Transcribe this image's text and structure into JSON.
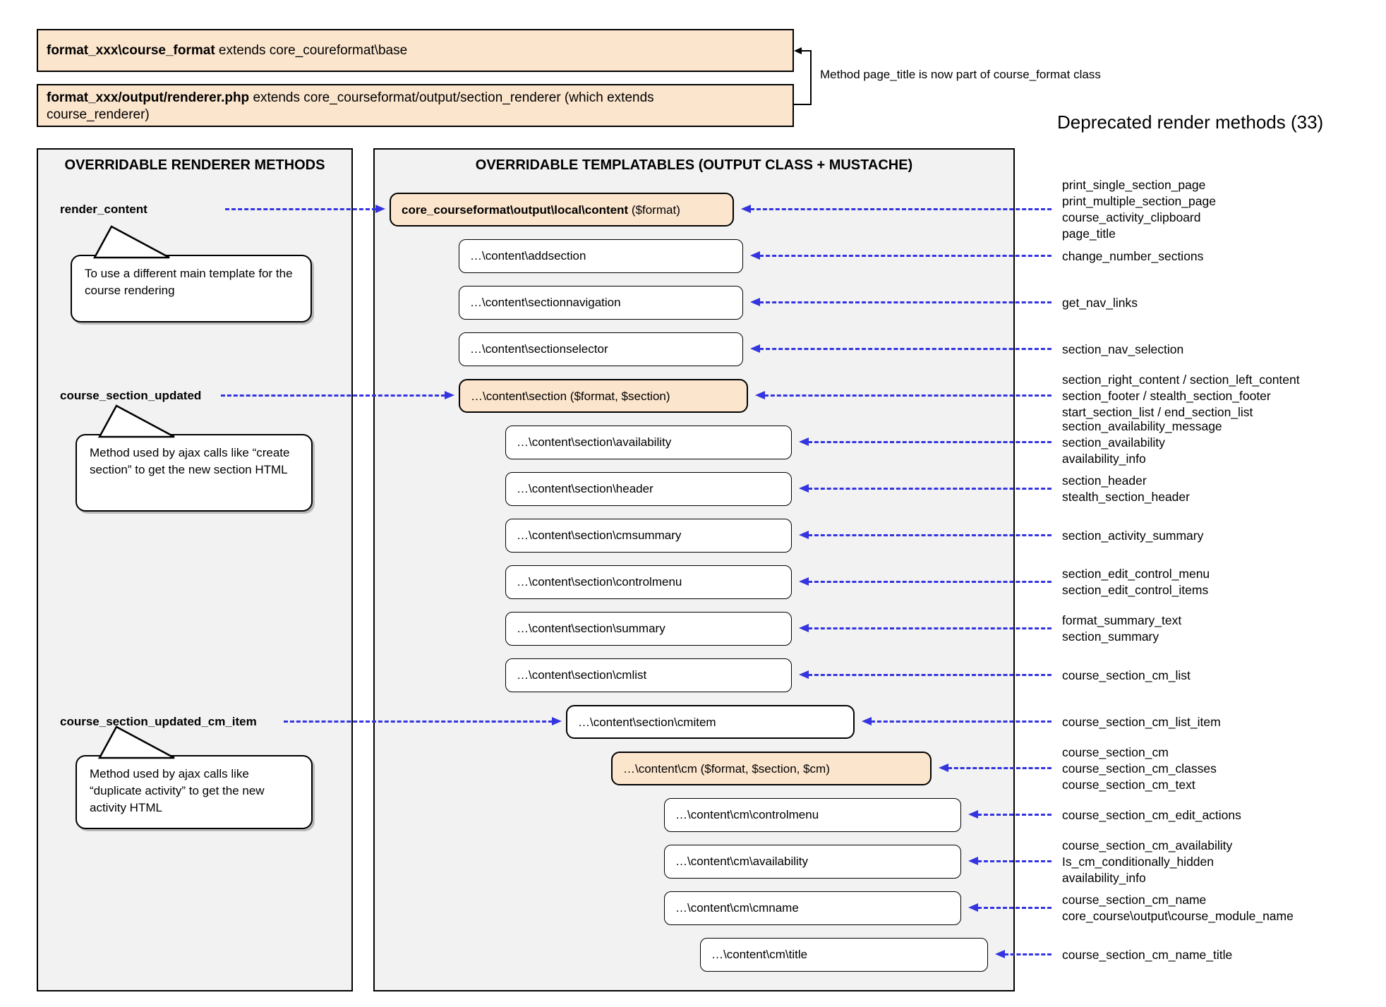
{
  "colors": {
    "accent_orange": "#fce5cd",
    "arrow_blue": "#3434e0",
    "panel_gray": "#f2f2f2"
  },
  "top": {
    "box1_bold": "format_xxx\\course_format",
    "box1_rest": " extends core_coureformat\\base",
    "box2_bold": "format_xxx/output/renderer.php",
    "box2_rest": " extends core_courseformat/output/section_renderer (which extends",
    "box2_line2": "course_renderer)",
    "note": "Method page_title is now part of course_format class",
    "deprecated_title": "Deprecated render methods (33)"
  },
  "left_panel": {
    "title": "OVERRIDABLE RENDERER METHODS",
    "methods": [
      {
        "label": "render_content",
        "bubble": "To use a different main template for the course rendering"
      },
      {
        "label": "course_section_updated",
        "bubble": "Method used by ajax calls like “create section” to get the new section HTML"
      },
      {
        "label": "course_section_updated_cm_item",
        "bubble": "Method used by ajax calls like “duplicate activity” to get the new activity HTML"
      }
    ]
  },
  "middle_panel": {
    "title": "OVERRIDABLE TEMPLATABLES (OUTPUT CLASS + MUSTACHE)",
    "rows": [
      {
        "bold": "core_courseformat\\output\\local\\content",
        "rest": " ($format)"
      },
      {
        "rest": "…\\content\\addsection"
      },
      {
        "rest": "…\\content\\sectionnavigation"
      },
      {
        "rest": "…\\content\\sectionselector"
      },
      {
        "rest": "…\\content\\section ($format, $section)"
      },
      {
        "rest": "…\\content\\section\\availability"
      },
      {
        "rest": "…\\content\\section\\header"
      },
      {
        "rest": "…\\content\\section\\cmsummary"
      },
      {
        "rest": "…\\content\\section\\controlmenu"
      },
      {
        "rest": "…\\content\\section\\summary"
      },
      {
        "rest": "…\\content\\section\\cmlist"
      },
      {
        "rest": "…\\content\\section\\cmitem"
      },
      {
        "rest": "…\\content\\cm ($format, $section, $cm)"
      },
      {
        "rest": "…\\content\\cm\\controlmenu"
      },
      {
        "rest": "…\\content\\cm\\availability"
      },
      {
        "rest": "…\\content\\cm\\cmname"
      },
      {
        "rest": "…\\content\\cm\\title"
      }
    ]
  },
  "right_list": {
    "groups": [
      [
        "print_single_section_page",
        "print_multiple_section_page",
        "course_activity_clipboard",
        "page_title"
      ],
      [
        "change_number_sections"
      ],
      [
        "get_nav_links"
      ],
      [
        "section_nav_selection"
      ],
      [
        "section_right_content / section_left_content",
        "section_footer / stealth_section_footer",
        "start_section_list / end_section_list"
      ],
      [
        "section_availability_message",
        "section_availability",
        "availability_info"
      ],
      [
        "section_header",
        "stealth_section_header"
      ],
      [
        "section_activity_summary"
      ],
      [
        "section_edit_control_menu",
        "section_edit_control_items"
      ],
      [
        "format_summary_text",
        "section_summary"
      ],
      [
        "course_section_cm_list"
      ],
      [
        "course_section_cm_list_item"
      ],
      [
        "course_section_cm",
        "course_section_cm_classes",
        "course_section_cm_text"
      ],
      [
        "course_section_cm_edit_actions"
      ],
      [
        "course_section_cm_availability",
        "Is_cm_conditionally_hidden",
        "availability_info"
      ],
      [
        "course_section_cm_name",
        "core_course\\output\\course_module_name"
      ],
      [
        "course_section_cm_name_title"
      ]
    ]
  }
}
